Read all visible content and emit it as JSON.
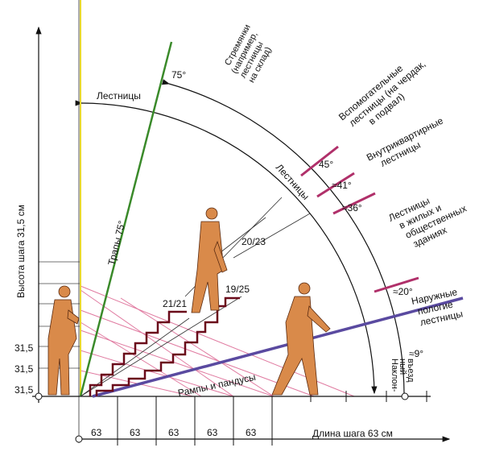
{
  "axes": {
    "y_label": "Высота шага 31,5 см",
    "x_label": "Длина шага 63 см",
    "y_ticks": [
      "31,5",
      "31,5",
      "31,5"
    ],
    "x_ticks": [
      "63",
      "63",
      "63",
      "63",
      "63"
    ]
  },
  "categories": {
    "ladders": "Лестницы",
    "stairs_arc": "Лестницы",
    "trap": "Трапы 75°",
    "stepladders": [
      "Стремянки",
      "(например,",
      "лестницы",
      "на склад)"
    ],
    "auxiliary": [
      "Вспомогательные",
      "лестницы (на чердак,",
      "в подвал)"
    ],
    "intra_apartment": [
      "Внутриквартирные",
      "лестницы"
    ],
    "residential": [
      "Лестницы",
      "в жилых и",
      "общественных",
      "зданиях"
    ],
    "outdoor": [
      "Наружные",
      "пологие",
      "лестницы"
    ],
    "ramps": "Рампы и пандусы",
    "incline": [
      "Наклон-",
      "ный",
      "въезд"
    ]
  },
  "angles": {
    "a75": "75°",
    "a45": "45°",
    "a41": "≈41°",
    "a36": "≈36°",
    "a20": "≈20°",
    "a9": "≈9°"
  },
  "ratios": {
    "r2023": "20/23",
    "r2121": "21/21",
    "r1925": "19/25"
  },
  "colors": {
    "green": "#3a8a2a",
    "magenta": "#b0306a",
    "purple": "#5a4aa0",
    "pink": "#e07aa0",
    "figure": "#d98a4a",
    "yellow": "#e8d830"
  }
}
